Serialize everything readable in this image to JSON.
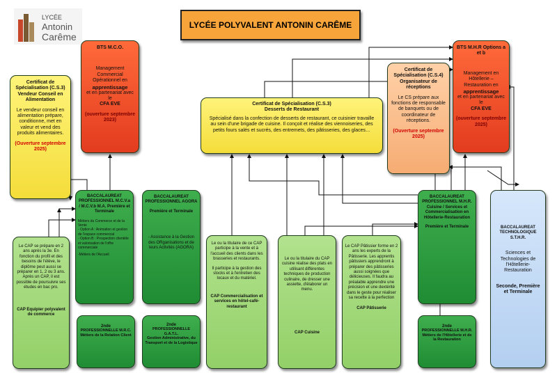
{
  "logo": {
    "line1": "LYCÉE",
    "line2": "Antonin",
    "line3": "Carême"
  },
  "title": "LYCÉE POLYVALENT ANTONIN CARÊME",
  "cs3_vendeur": {
    "title": "Certificat de Spécialisation (C.S.3) Vendeur Conseil en Alimentation",
    "body": "Le vendeur conseil en alimentation prépare, conditionne, met en valeur et vend des produits alimentaires.",
    "note": "(Ouverture septembre 2025)"
  },
  "bts_mco": {
    "title": "BTS M.C.O.",
    "body1": "Management Commercial Opérationnel en",
    "apprentissage": "apprentissage",
    "body2": "et en partenariat avec le",
    "cfa": "CFA EVE",
    "note": "(ouverture septembre 2023)"
  },
  "cs3_desserts": {
    "title1": "Certificat de Spécialisation (C.S.3)",
    "title2": "Desserts de Restaurant",
    "body": "Spécialisé dans la confection de desserts de restaurant, ce cuisinier travaille au sein d'une brigade de cuisine. Il conçoit et réalise des viennoiseries, des petits fours salés et sucrés, des entremets, des pâtisseries, des glaces…"
  },
  "cs4": {
    "title": "Certificat de Spécialisation (C.S.4) Organisateur de réceptions",
    "body": "Le CS prépare aux fonctions de responsable de banquets ou de coordinateur de réceptions.",
    "note": "(Ouverture septembre 2025)"
  },
  "bts_mhr": {
    "title": "BTS M.H.R Options a et b",
    "body1": "Management en Hôtellerie – Restauration en",
    "apprentissage": "apprentissage",
    "body2": "et en partenariat avec le",
    "cfa": "CFA EVE",
    "note": "(ouverture septembre 2025)"
  },
  "bac_mcv": {
    "title": "BACCALAUREAT PROFESSIONNEL M.C.V.a / M.C.V.b M.A. Première et Terminale",
    "details": [
      "Métiers du Commerce et de la Vente",
      "- Option A : Animation et gestion de l'espace commercial",
      "- Option B : Prospection clientèle et valorisation de l'offre commerciale",
      "-Métiers de l'Accueil"
    ]
  },
  "bac_agora": {
    "title": "BACCALAUREAT PROFESSIONNEL AGORA",
    "levels": "Première et Terminale",
    "body": "- Assistance à la Gestion des ORganisations et de leurs Activités (AGORA)"
  },
  "bac_mhr": {
    "title": "BACCALAUREAT PROFESSIONNEL M.H.R. Cuisine / Services et Commercialisation en Hôtellerie-Restauration",
    "levels": "Première et Terminale"
  },
  "bac_techno": {
    "title": "BACCALAUREAT TECHNOLOGIQUE S.T.H.R.",
    "body": "Sciences et Technologies de l'Hôtellerie-Restauration",
    "levels": "Seconde, Première et Terminale"
  },
  "cap_epc": {
    "body": "Le CAP se prépare en 2 ans après la 3e. En fonction du profil et des besoins de l'élève, le diplôme peut aussi se préparer en 1, 2 ou 3 ans. Après un CAP, il est possible de poursuivre ses études en bac pro.",
    "title": "CAP Equipier polyvalent de commerce"
  },
  "cap_csh": {
    "body1": "Le ou la titulaire de ce CAP participe à la vente et à l'accueil des clients dans les brasseries et restaurants.",
    "body2": "Il participe à la gestion des stocks et à l'entretien des locaux et du matériel.",
    "title": "CAP Commercialisation et services en hôtel-café-restaurant"
  },
  "cap_cuisine": {
    "body": "Le ou la titulaire du CAP cuisine réalise des plats en utilisant différentes techniques de production culinaire, de dresser une assiette, d'élaborer un menu.",
    "title": "CAP Cuisine"
  },
  "cap_patisserie": {
    "body": "Le CAP Pâtissier forme en 2 ans les experts de la Pâtisserie. Les apprentis pâtissiers apprendront à préparer des pâtisseries aussi soignées que délicieuses. Il faudra au préalable apprendre une précision et une dextérité dans le geste pour réaliser sa recette à la perfection",
    "title": "CAP Pâtisserie"
  },
  "seconde_mrc": {
    "grade": "2nde",
    "title": "PROFESSIONNELLE M.R.C.",
    "body": "Métiers de la Relation Client"
  },
  "seconde_gatl": {
    "grade": "2nde",
    "title": "PROFESSIONNELLE G.A.T.L.",
    "body": "Gestion Administrative, du Transport et de la Logistique"
  },
  "seconde_mhr": {
    "grade": "2nde",
    "title": "PROFESSIONNELLE M.H.R.",
    "body": "Métiers de l'Hôtellerie et de la Restauration"
  },
  "colors": {
    "dark_green": "#1f8c34",
    "light_green": "#93d068",
    "yellow": "#f4dd3a",
    "red_orange": "#e33c1f",
    "peach": "#f6ac73",
    "light_blue": "#b3cff0",
    "title_orange": "#f7a43a",
    "red_text": "#d10000"
  }
}
